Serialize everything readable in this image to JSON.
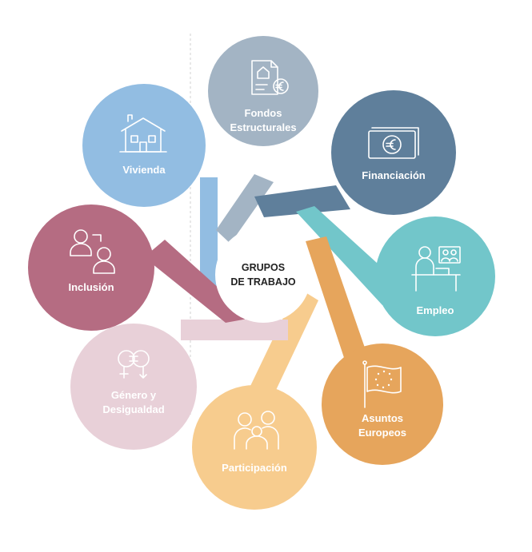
{
  "center": {
    "line1": "GRUPOS",
    "line2": "DE TRABAJO"
  },
  "petals": [
    {
      "id": "fondos",
      "line1": "Fondos",
      "line2": "Estructurales",
      "color": "#a3b4c4",
      "icon": "document-euro-icon"
    },
    {
      "id": "financiacion",
      "line1": "Financiación",
      "line2": "",
      "color": "#5f7f9b",
      "icon": "banknote-euro-icon"
    },
    {
      "id": "empleo",
      "line1": "Empleo",
      "line2": "",
      "color": "#72c6ca",
      "icon": "office-worker-icon"
    },
    {
      "id": "asuntos",
      "line1": "Asuntos",
      "line2": "Europeos",
      "color": "#e6a55c",
      "icon": "eu-flag-icon"
    },
    {
      "id": "participacion",
      "line1": "Participación",
      "line2": "",
      "color": "#f7cc8e",
      "icon": "family-group-icon"
    },
    {
      "id": "genero",
      "line1": "Género y",
      "line2": "Desigualdad",
      "color": "#e8d0d8",
      "icon": "gender-equality-icon"
    },
    {
      "id": "inclusion",
      "line1": "Inclusión",
      "line2": "",
      "color": "#b56c82",
      "icon": "people-exchange-icon"
    },
    {
      "id": "vivienda",
      "line1": "Vivienda",
      "line2": "",
      "color": "#92bde2",
      "icon": "house-icon"
    }
  ]
}
